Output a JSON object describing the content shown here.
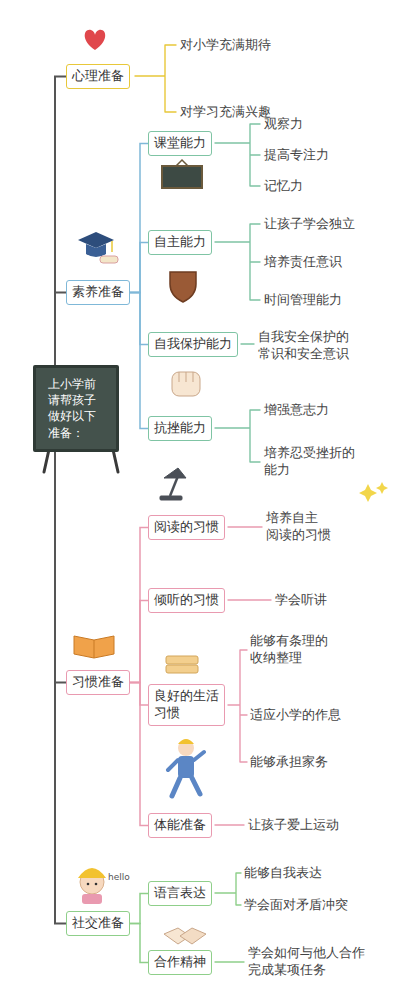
{
  "diagram": {
    "nodes": [
      {
        "text": [
          "上小学前 请帮孩子 做好以下 准备："
        ]
      },
      {
        "text": [
          "心理准备"
        ]
      },
      {
        "text": [
          "素养准备"
        ]
      },
      {
        "text": [
          "课堂能力"
        ]
      },
      {
        "text": [
          "自主能力"
        ]
      },
      {
        "text": [
          "自我保护能力"
        ]
      },
      {
        "text": [
          "抗挫能力"
        ]
      },
      {
        "text": [
          "习惯准备"
        ]
      },
      {
        "text": [
          "阅读的习惯"
        ]
      },
      {
        "text": [
          "倾听的习惯"
        ]
      },
      {
        "text": [
          "良好的生活 习惯"
        ]
      },
      {
        "text": [
          "体能准备"
        ]
      },
      {
        "text": [
          "社交准备"
        ]
      },
      {
        "text": [
          "语言表达"
        ]
      },
      {
        "text": [
          "合作精神"
        ]
      }
    ],
    "edges": [
      {
        "from": 0,
        "to": 1,
        "arrow": "none"
      },
      {
        "from": 0,
        "to": 2,
        "arrow": "none"
      },
      {
        "from": 0,
        "to": 7,
        "arrow": "none"
      },
      {
        "from": 0,
        "to": 12,
        "arrow": "none"
      },
      {
        "from": 2,
        "to": 3,
        "arrow": "none"
      },
      {
        "from": 2,
        "to": 4,
        "arrow": "none"
      },
      {
        "from": 2,
        "to": 5,
        "arrow": "none"
      },
      {
        "from": 2,
        "to": 6,
        "arrow": "none"
      },
      {
        "from": 7,
        "to": 8,
        "arrow": "none"
      },
      {
        "from": 7,
        "to": 9,
        "arrow": "none"
      },
      {
        "from": 7,
        "to": 10,
        "arrow": "none"
      },
      {
        "from": 7,
        "to": 11,
        "arrow": "none"
      },
      {
        "from": 12,
        "to": 13,
        "arrow": "none"
      },
      {
        "from": 12,
        "to": 14,
        "arrow": "none"
      }
    ],
    "labels": [
      "对小学充满期待",
      "对学习充满兴趣",
      "观察力",
      "提高专注力",
      "记忆力",
      "让孩子学会独立",
      "培养责任意识",
      "时间管理能力",
      "自我安全保护的 常识和安全意识",
      "增强意志力",
      "培养忍受挫折的 能力",
      "培养自主 阅读的习惯",
      "学会听讲",
      "能够有条理的 收纳整理",
      "适应小学的作息",
      "能够承担家务",
      "让孩子爱上运动",
      "hello",
      "能够自我表达",
      "学会面对矛盾冲突",
      "学会如何与他人合作 完成某项任务"
    ]
  }
}
